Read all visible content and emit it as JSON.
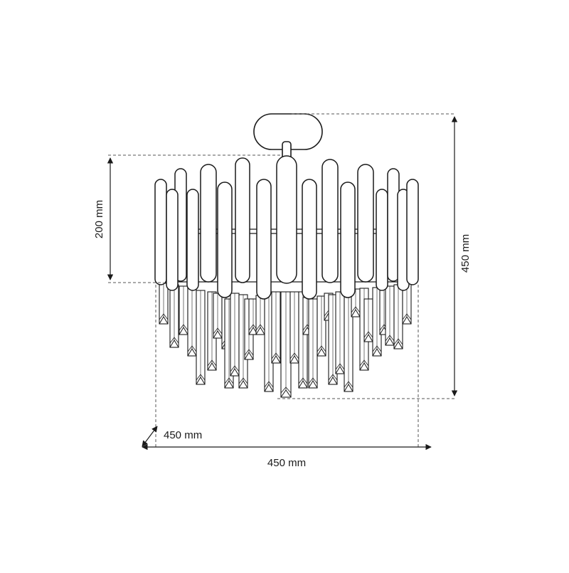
{
  "dimensions": {
    "overall_height": "450 mm",
    "body_height": "200 mm",
    "width": "450 mm",
    "depth": "450 mm"
  },
  "colors": {
    "line": "#1a1a1a",
    "dash": "#555555",
    "fill": "#ffffff"
  }
}
